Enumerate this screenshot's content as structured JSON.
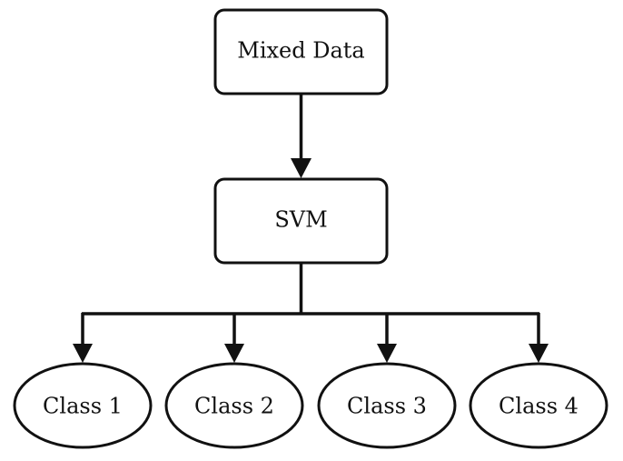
{
  "diagram": {
    "root": {
      "label": "Mixed Data"
    },
    "classifier": {
      "label": "SVM"
    },
    "classes": [
      {
        "label": "Class 1"
      },
      {
        "label": "Class 2"
      },
      {
        "label": "Class 3"
      },
      {
        "label": "Class 4"
      }
    ]
  }
}
